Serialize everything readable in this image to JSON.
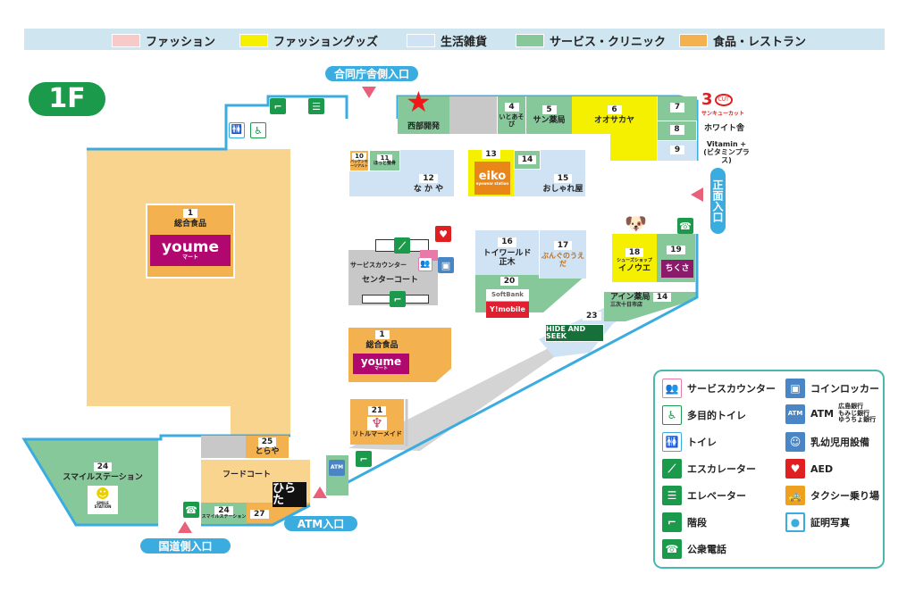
{
  "legend_bar": [
    {
      "label": "ファッション",
      "color": "#f7c9c9"
    },
    {
      "label": "ファッショングッズ",
      "color": "#f5f000"
    },
    {
      "label": "生活雑貨",
      "color": "#cfe3f5"
    },
    {
      "label": "サービス・クリニック",
      "color": "#86c89a"
    },
    {
      "label": "食品・レストラン",
      "color": "#f3b24f"
    }
  ],
  "floor": "1F",
  "entrances": {
    "north": "合同庁舎側入口",
    "front": "正面入口",
    "atm": "ATM入口",
    "national_road": "国道側入口"
  },
  "stores": {
    "s1a": {
      "number": "1",
      "name": "総合食品",
      "brand": "youme",
      "brand_sub": "マート"
    },
    "s1b": {
      "number": "1",
      "name": "総合食品",
      "brand": "youme",
      "brand_sub": "マート"
    },
    "seibu": {
      "name": "西部開発"
    },
    "s4": {
      "number": "4",
      "name": "いとあそび"
    },
    "s5": {
      "number": "5",
      "name": "サン薬局"
    },
    "s6": {
      "number": "6",
      "name": "オオサカヤ"
    },
    "s7": {
      "number": "7"
    },
    "s8": {
      "number": "8",
      "name": "ホワイト舎"
    },
    "s9": {
      "number": "9",
      "name": "Vitamin +",
      "name2": "(ビタミンプラス)"
    },
    "cut": {
      "logo": "3",
      "logo2": "CUT",
      "name": "サンキューカット"
    },
    "s10": {
      "number": "10",
      "name": "バッケンモーツアルト"
    },
    "s11": {
      "number": "11",
      "name": "ほっと整骨"
    },
    "s12": {
      "number": "12",
      "name": "な か や"
    },
    "s13": {
      "number": "13",
      "brand": "eiko",
      "brand_sub": "eyewear station"
    },
    "s14a": {
      "number": "14"
    },
    "s15": {
      "number": "15",
      "name": "おしゃれ屋"
    },
    "s16": {
      "number": "16",
      "name": "トイワールド",
      "name2": "正木"
    },
    "s17": {
      "number": "17",
      "name": "ぶんぐのうえだ"
    },
    "s18": {
      "number": "18",
      "name": "シューズショップ",
      "name2": "イノウエ"
    },
    "s19": {
      "number": "19",
      "brand": "ちくさ"
    },
    "s20": {
      "number": "20",
      "brand": "SoftBank",
      "brand2": "Y!mobile"
    },
    "s14b": {
      "number": "14",
      "name": "アイン薬局",
      "name2": "三次十日市店"
    },
    "s23": {
      "number": "23",
      "brand": "HIDE AND SEEK"
    },
    "s21": {
      "number": "21",
      "name": "リトルマーメイド"
    },
    "center": {
      "name": "センターコート",
      "service": "サービスカウンター"
    },
    "s24a": {
      "number": "24",
      "name": "スマイルステーション",
      "logo": "SMILE STATION"
    },
    "s24b": {
      "number": "24",
      "name": "スマイルステーション"
    },
    "s25": {
      "number": "25",
      "name": "とらや"
    },
    "foodcourt": {
      "name": "フードコート"
    },
    "s27": {
      "number": "27",
      "brand": "ひらた"
    }
  },
  "facility_legend": [
    {
      "icon": "service-counter-icon",
      "label": "サービスカウンター",
      "glyph": "👥"
    },
    {
      "icon": "coin-locker-icon",
      "label": "コインロッカー",
      "glyph": "▣"
    },
    {
      "icon": "accessible-toilet-icon",
      "label": "多目的トイレ",
      "glyph": "♿"
    },
    {
      "icon": "atm-icon",
      "label": "ATM",
      "glyph": "ATM",
      "note": "広島銀行",
      "note2": "もみじ銀行",
      "note3": "ゆうちょ銀行"
    },
    {
      "icon": "toilet-icon",
      "label": "トイレ",
      "glyph": "🚻"
    },
    {
      "icon": "baby-room-icon",
      "label": "乳幼児用設備",
      "glyph": "☺"
    },
    {
      "icon": "escalator-icon",
      "label": "エスカレーター",
      "glyph": "⟋"
    },
    {
      "icon": "aed-icon",
      "label": "AED",
      "glyph": "♥"
    },
    {
      "icon": "elevator-icon",
      "label": "エレベーター",
      "glyph": "☰"
    },
    {
      "icon": "taxi-icon",
      "label": "タクシー乗り場",
      "glyph": "🚕"
    },
    {
      "icon": "stairs-icon",
      "label": "階段",
      "glyph": "⌐"
    },
    {
      "icon": "photo-booth-icon",
      "label": "証明写真",
      "glyph": "●"
    },
    {
      "icon": "phone-icon",
      "label": "公衆電話",
      "glyph": "☎"
    }
  ]
}
